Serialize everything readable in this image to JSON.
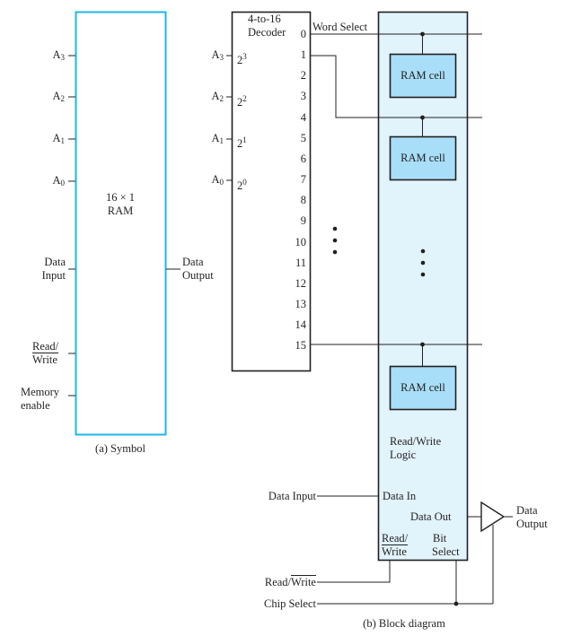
{
  "colors": {
    "symbol_border": "#1fb6ea",
    "block_fill": "#e1f3fb",
    "cell_fill": "#a8def7",
    "line": "#231f20"
  },
  "symbol": {
    "inputs": [
      {
        "label": "A",
        "sub": "3"
      },
      {
        "label": "A",
        "sub": "2"
      },
      {
        "label": "A",
        "sub": "1"
      },
      {
        "label": "A",
        "sub": "0"
      }
    ],
    "title_line1": "16 × 1",
    "title_line2": "RAM",
    "data_input_line1": "Data",
    "data_input_line2": "Input",
    "read_write_line1": "Read/",
    "read_write_line2": "Write",
    "memory_enable_line1": "Memory",
    "memory_enable_line2": "enable",
    "data_output_line1": "Data",
    "data_output_line2": "Output",
    "caption": "(a) Symbol"
  },
  "decoder": {
    "title_line1": "4-to-16",
    "title_line2": "Decoder",
    "inputs": [
      {
        "label": "A",
        "sub": "3",
        "weight": "2",
        "exp": "3"
      },
      {
        "label": "A",
        "sub": "2",
        "weight": "2",
        "exp": "2"
      },
      {
        "label": "A",
        "sub": "1",
        "weight": "2",
        "exp": "1"
      },
      {
        "label": "A",
        "sub": "0",
        "weight": "2",
        "exp": "0"
      }
    ],
    "outputs": [
      "0",
      "1",
      "2",
      "3",
      "4",
      "5",
      "6",
      "7",
      "8",
      "9",
      "10",
      "11",
      "12",
      "13",
      "14",
      "15"
    ]
  },
  "block": {
    "word_select": "Word Select",
    "ram_cell": "RAM cell",
    "rw_logic_line1": "Read/Write",
    "rw_logic_line2": "Logic",
    "data_in": "Data In",
    "data_out": "Data Out",
    "rw_pin_line1": "Read/",
    "rw_pin_line2": "Write",
    "bit_select_line1": "Bit",
    "bit_select_line2": "Select",
    "ext_data_input": "Data Input",
    "ext_read": "Read/",
    "ext_write": "Write",
    "ext_chip_select": "Chip Select",
    "ext_data_output_line1": "Data",
    "ext_data_output_line2": "Output",
    "caption": "(b) Block diagram"
  }
}
